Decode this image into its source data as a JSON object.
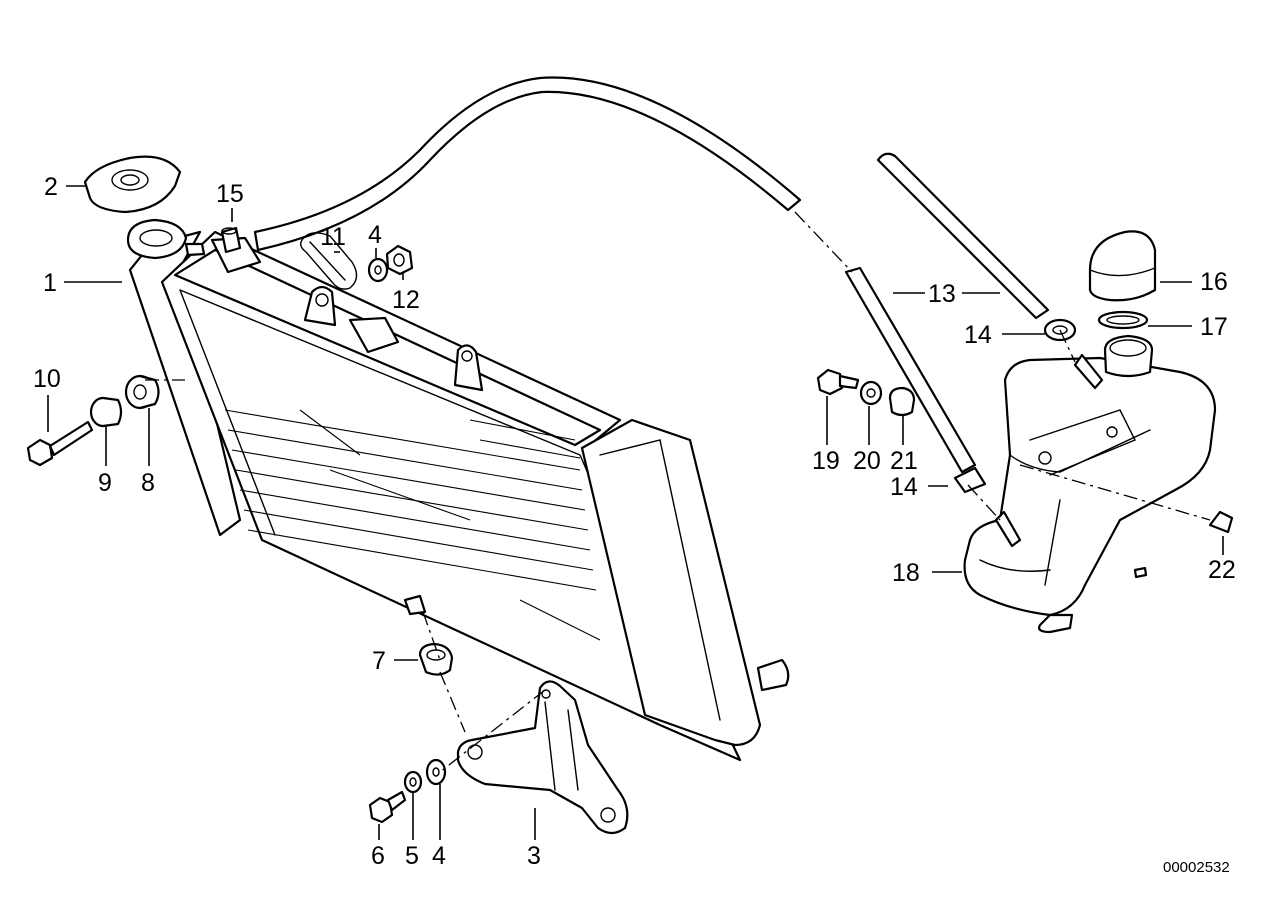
{
  "diagram": {
    "part_numbers": {
      "p1": "1",
      "p2": "2",
      "p3": "3",
      "p4a": "4",
      "p4b": "4",
      "p5": "5",
      "p6": "6",
      "p7": "7",
      "p8": "8",
      "p9": "9",
      "p10": "10",
      "p11": "11",
      "p12": "12",
      "p13": "13",
      "p14a": "14",
      "p14b": "14",
      "p15": "15",
      "p16": "16",
      "p17": "17",
      "p18": "18",
      "p19": "19",
      "p20": "20",
      "p21": "21",
      "p22": "22"
    },
    "document_number": "00002532"
  },
  "colors": {
    "line": "#000000",
    "background": "#ffffff"
  }
}
